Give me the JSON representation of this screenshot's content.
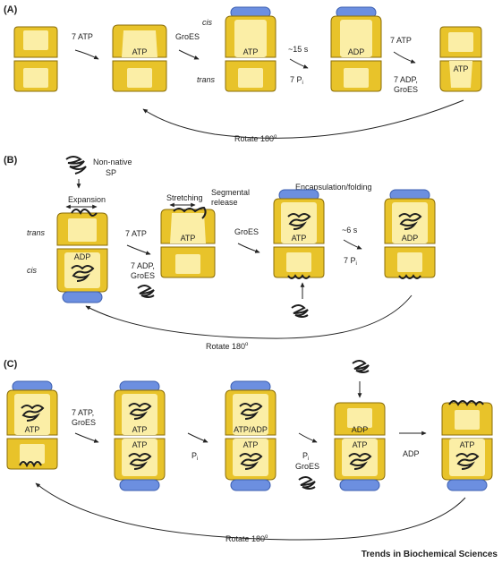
{
  "colors": {
    "ring": "#e8c32a",
    "ring_stroke": "#8a6d0a",
    "cavity": "#fbeea6",
    "groes": "#6c8fe0",
    "groes_stroke": "#3c5fb0",
    "protein": "#1e1e1e",
    "arrow": "#222222",
    "page": "#ffffff"
  },
  "panels": {
    "A": {
      "label": "(A)",
      "step1": "7 ATP",
      "step2": "GroES",
      "step3_time": "~15 s",
      "step3_release": "7 P",
      "step4_line1": "7 ATP",
      "step4_line2": "7 ADP,",
      "step4_line3": "GroES",
      "cis": "cis",
      "trans": "trans",
      "c2_ring": "ATP",
      "c3_ring": "ATP",
      "c4_ring": "ADP",
      "c5_ring": "ATP",
      "rotate": "Rotate 180"
    },
    "B": {
      "label": "(B)",
      "substrate_line1": "Non-native",
      "substrate_line2": "SP",
      "expansion": "Expansion",
      "stretching": "Stretching",
      "segmental_line1": "Segmental",
      "segmental_line2": "release",
      "encapsulation": "Encapsulation/folding",
      "trans": "trans",
      "cis": "cis",
      "step1_line1": "7 ATP",
      "step1_line2": "7 ADP,",
      "step1_line3": "GroES",
      "step2": "GroES",
      "step3_time": "~6 s",
      "step3_release": "7 P",
      "c1_ring": "ADP",
      "c2_ring": "ATP",
      "c3_ring": "ATP",
      "c4_ring": "ADP",
      "rotate": "Rotate 180"
    },
    "C": {
      "label": "(C)",
      "step1_line1": "7 ATP,",
      "step1_line2": "GroES",
      "step2": "P",
      "step3_line1": "P",
      "step3_line2": "GroES",
      "step4": "ADP",
      "c1_ring": "ATP",
      "c2_top": "ATP",
      "c2_bottom": "ATP",
      "c3_top": "ATP/ADP",
      "c3_bottom": "ATP",
      "c4_top": "ADP",
      "c4_bottom": "ATP",
      "c5_ring": "ATP",
      "rotate": "Rotate 180"
    }
  },
  "subscript_i": "i",
  "degree": "o",
  "journal": "Trends in Biochemical Sciences"
}
